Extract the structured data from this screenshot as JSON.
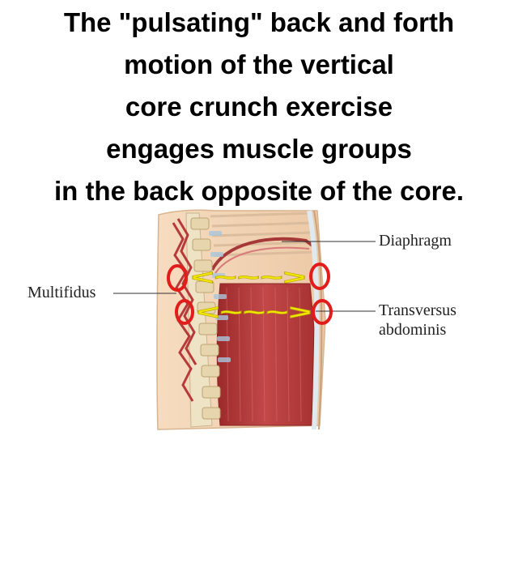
{
  "headline": {
    "lines": [
      "The \"pulsating\" back and forth",
      "motion of the vertical",
      "core crunch exercise",
      "engages muscle groups",
      "in the back opposite of the core."
    ]
  },
  "figure": {
    "labels": {
      "diaphragm": "Diaphragm",
      "multifidus": "Multifidus",
      "transversus_1": "Transversus",
      "transversus_2": "abdominis"
    },
    "arrow_glyph": "<~~~>",
    "colors": {
      "marker_circle": "#e21b1b",
      "arrow": "#f2e600",
      "muscle": "#b83c3c",
      "bone": "#efe3c6",
      "skin": "#f3d7b8"
    }
  }
}
